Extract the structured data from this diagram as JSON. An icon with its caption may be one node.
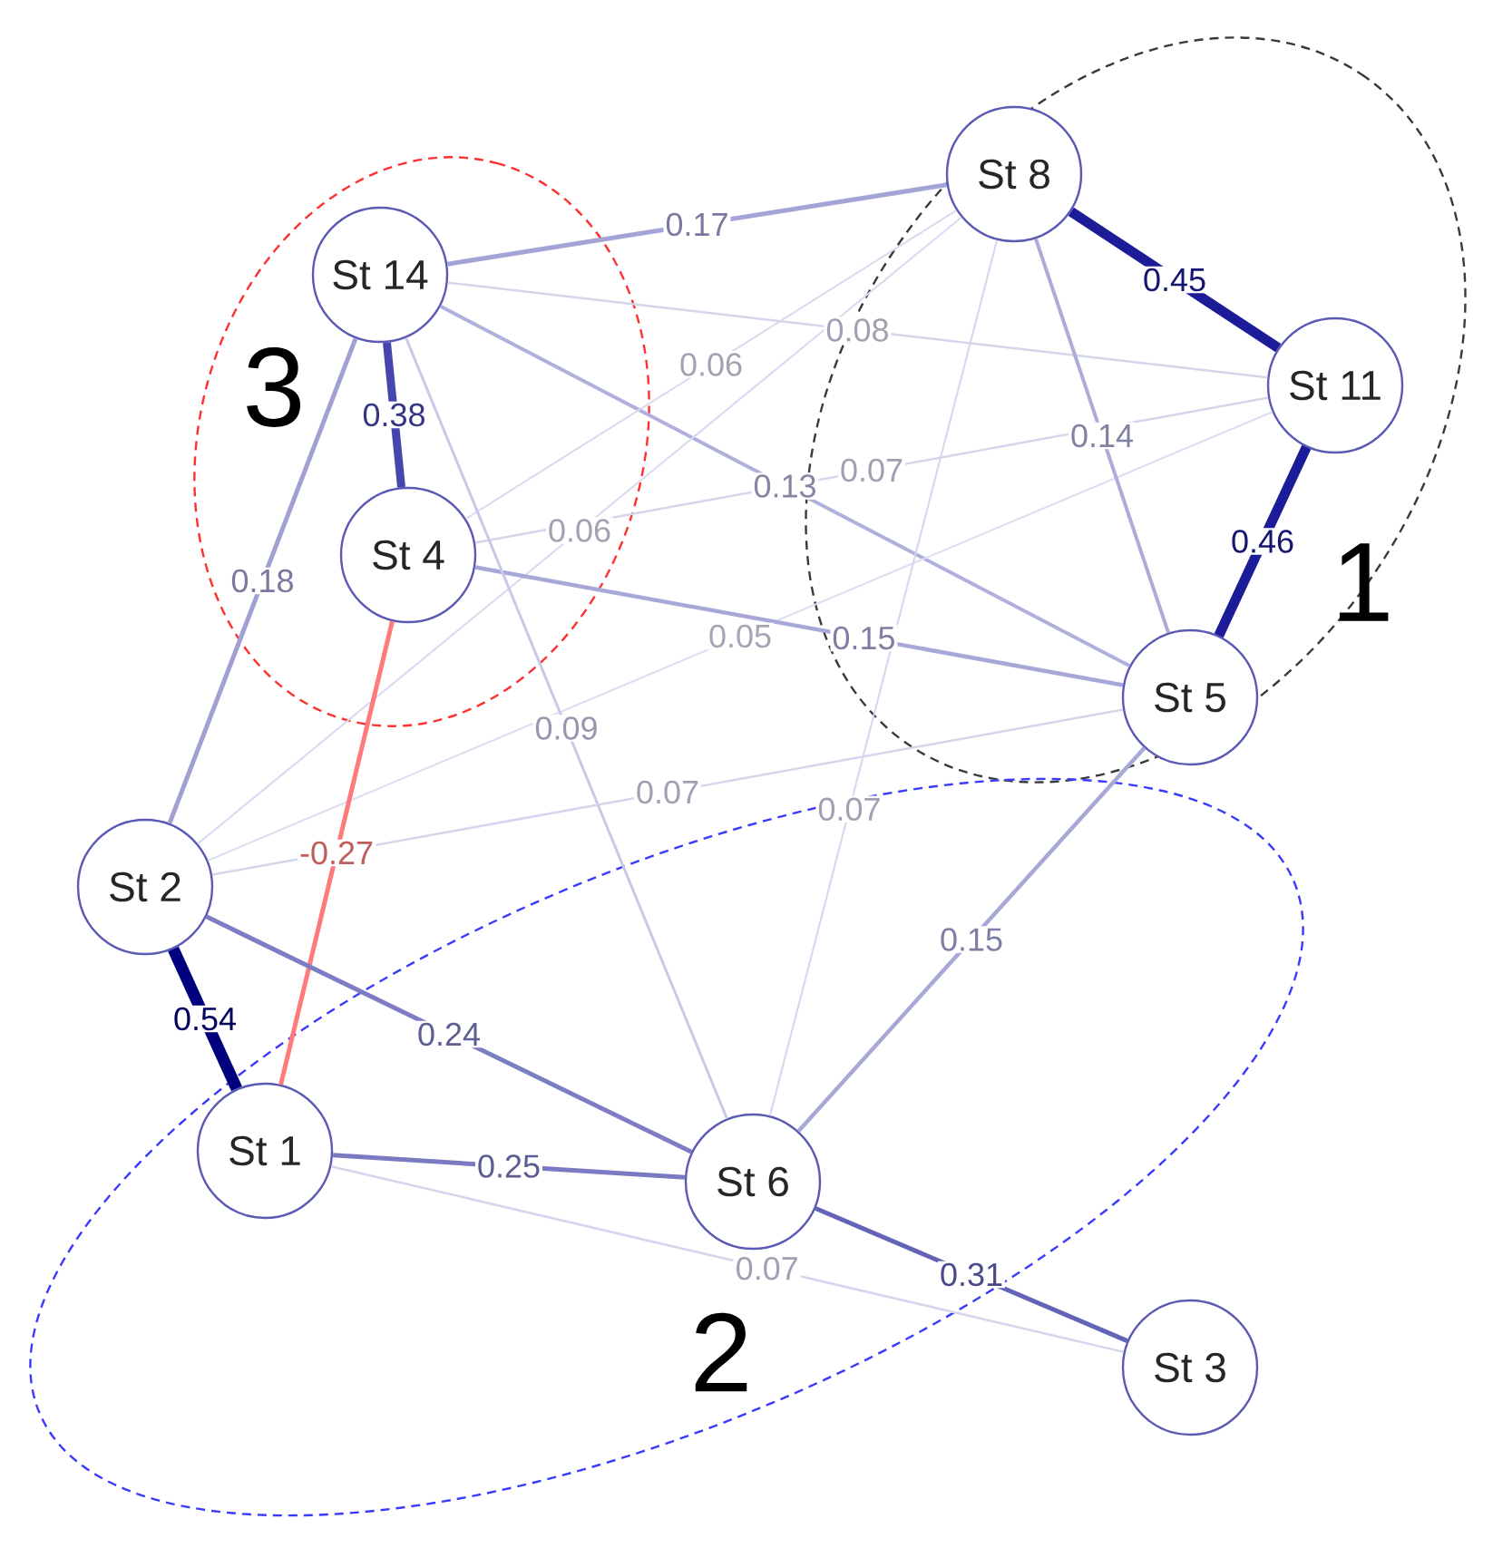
{
  "diagram": {
    "nodes": [
      {
        "text": [
          "1"
        ]
      },
      {
        "text": [
          "St 8"
        ],
        "in": 0
      },
      {
        "text": [
          "St 11"
        ],
        "in": 0
      },
      {
        "text": [
          "St 5"
        ],
        "in": 0
      },
      {
        "text": [
          "3"
        ]
      },
      {
        "text": [
          "St 14"
        ],
        "in": 4
      },
      {
        "text": [
          "St 4"
        ],
        "in": 4
      },
      {
        "text": [
          "2"
        ]
      },
      {
        "text": [
          "St 2"
        ],
        "in": 7
      },
      {
        "text": [
          "St 1"
        ],
        "in": 7
      },
      {
        "text": [
          "St 6"
        ],
        "in": 7
      },
      {
        "text": [
          "St 3"
        ],
        "in": 7
      }
    ],
    "edges": [
      {
        "from": 5,
        "to": 1,
        "arrow": "none",
        "label": "0.17",
        "color": "#a3a3d6"
      },
      {
        "from": 1,
        "to": 2,
        "arrow": "none",
        "label": "0.45",
        "color": "#1c1c98",
        "style": "thick"
      },
      {
        "from": 2,
        "to": 3,
        "arrow": "none",
        "label": "0.46",
        "color": "#1c1c98",
        "style": "thick"
      },
      {
        "from": 5,
        "to": 6,
        "arrow": "none",
        "label": "0.38",
        "color": "#4646b0",
        "style": "thick"
      },
      {
        "from": 5,
        "to": 8,
        "arrow": "none",
        "label": "0.18",
        "color": "#a0a0d4"
      },
      {
        "from": 5,
        "to": 2,
        "arrow": "none",
        "label": "0.08",
        "color": "#d5d5ee"
      },
      {
        "from": 5,
        "to": 3,
        "arrow": "none",
        "label": "0.13",
        "color": "#b0b0dc"
      },
      {
        "from": 6,
        "to": 1,
        "arrow": "none",
        "label": "0.06",
        "color": "#d8d8f0"
      },
      {
        "from": 8,
        "to": 1,
        "arrow": "none",
        "label": "0.06",
        "color": "#d8d8f0"
      },
      {
        "from": 6,
        "to": 2,
        "arrow": "none",
        "label": "0.07",
        "color": "#d5d5ee"
      },
      {
        "from": 8,
        "to": 2,
        "arrow": "none",
        "label": "0.05",
        "color": "#dcdcf2"
      },
      {
        "from": 6,
        "to": 3,
        "arrow": "none",
        "label": "0.15",
        "color": "#a8a8d8"
      },
      {
        "from": 10,
        "to": 1,
        "arrow": "none",
        "label": "0.07",
        "color": "#d5d5ee"
      },
      {
        "from": 1,
        "to": 3,
        "arrow": "none",
        "label": "0.14",
        "color": "#acacda"
      },
      {
        "from": 5,
        "to": 10,
        "arrow": "none",
        "label": "0.09",
        "color": "#c8c8e8"
      },
      {
        "from": 8,
        "to": 3,
        "arrow": "none",
        "label": "0.07",
        "color": "#d5d5ee"
      },
      {
        "from": 6,
        "to": 9,
        "arrow": "none",
        "label": "-0.27",
        "color": "#ff7a7a"
      },
      {
        "from": 8,
        "to": 9,
        "arrow": "none",
        "label": "0.54",
        "color": "#00007f",
        "style": "thick"
      },
      {
        "from": 8,
        "to": 10,
        "arrow": "none",
        "label": "0.24",
        "color": "#7d7dc4"
      },
      {
        "from": 9,
        "to": 10,
        "arrow": "none",
        "label": "0.25",
        "color": "#7a7ac2"
      },
      {
        "from": 9,
        "to": 11,
        "arrow": "none",
        "label": "0.07",
        "color": "#d5d5ee"
      },
      {
        "from": 10,
        "to": 11,
        "arrow": "none",
        "label": "0.31",
        "color": "#6363b8"
      },
      {
        "from": 10,
        "to": 3,
        "arrow": "none",
        "label": "0.15",
        "color": "#a8a8d8"
      }
    ]
  }
}
